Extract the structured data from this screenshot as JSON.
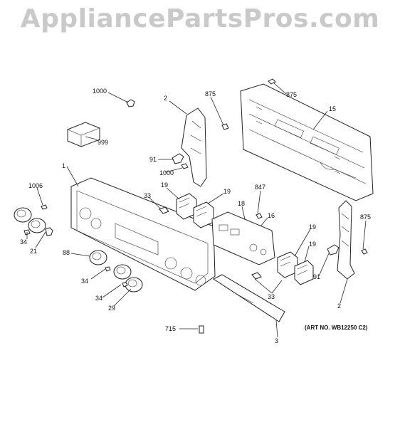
{
  "watermark": "AppliancePartsPros.com",
  "art_number": "(ART NO. WB12250 C2)",
  "callouts": [
    {
      "id": "c1000a",
      "text": "1000"
    },
    {
      "id": "c2a",
      "text": "2"
    },
    {
      "id": "c875a",
      "text": "875"
    },
    {
      "id": "c875b",
      "text": "875"
    },
    {
      "id": "c15",
      "text": "15"
    },
    {
      "id": "c999",
      "text": "999"
    },
    {
      "id": "c91a",
      "text": "91"
    },
    {
      "id": "c1000b",
      "text": "1000"
    },
    {
      "id": "c1",
      "text": "1"
    },
    {
      "id": "c1006",
      "text": "1006"
    },
    {
      "id": "c33a",
      "text": "33"
    },
    {
      "id": "c19a",
      "text": "19"
    },
    {
      "id": "c19b",
      "text": "19"
    },
    {
      "id": "c847",
      "text": "847"
    },
    {
      "id": "c18",
      "text": "18"
    },
    {
      "id": "c16",
      "text": "16"
    },
    {
      "id": "c875c",
      "text": "875"
    },
    {
      "id": "c34a",
      "text": "34"
    },
    {
      "id": "c21",
      "text": "21"
    },
    {
      "id": "c19c",
      "text": "19"
    },
    {
      "id": "c19d",
      "text": "19"
    },
    {
      "id": "c88",
      "text": "88"
    },
    {
      "id": "c34b",
      "text": "34"
    },
    {
      "id": "c91b",
      "text": "91"
    },
    {
      "id": "c33b",
      "text": "33"
    },
    {
      "id": "c34c",
      "text": "34"
    },
    {
      "id": "c29",
      "text": "29"
    },
    {
      "id": "c2b",
      "text": "2"
    },
    {
      "id": "c715",
      "text": "715"
    },
    {
      "id": "c3",
      "text": "3"
    }
  ]
}
